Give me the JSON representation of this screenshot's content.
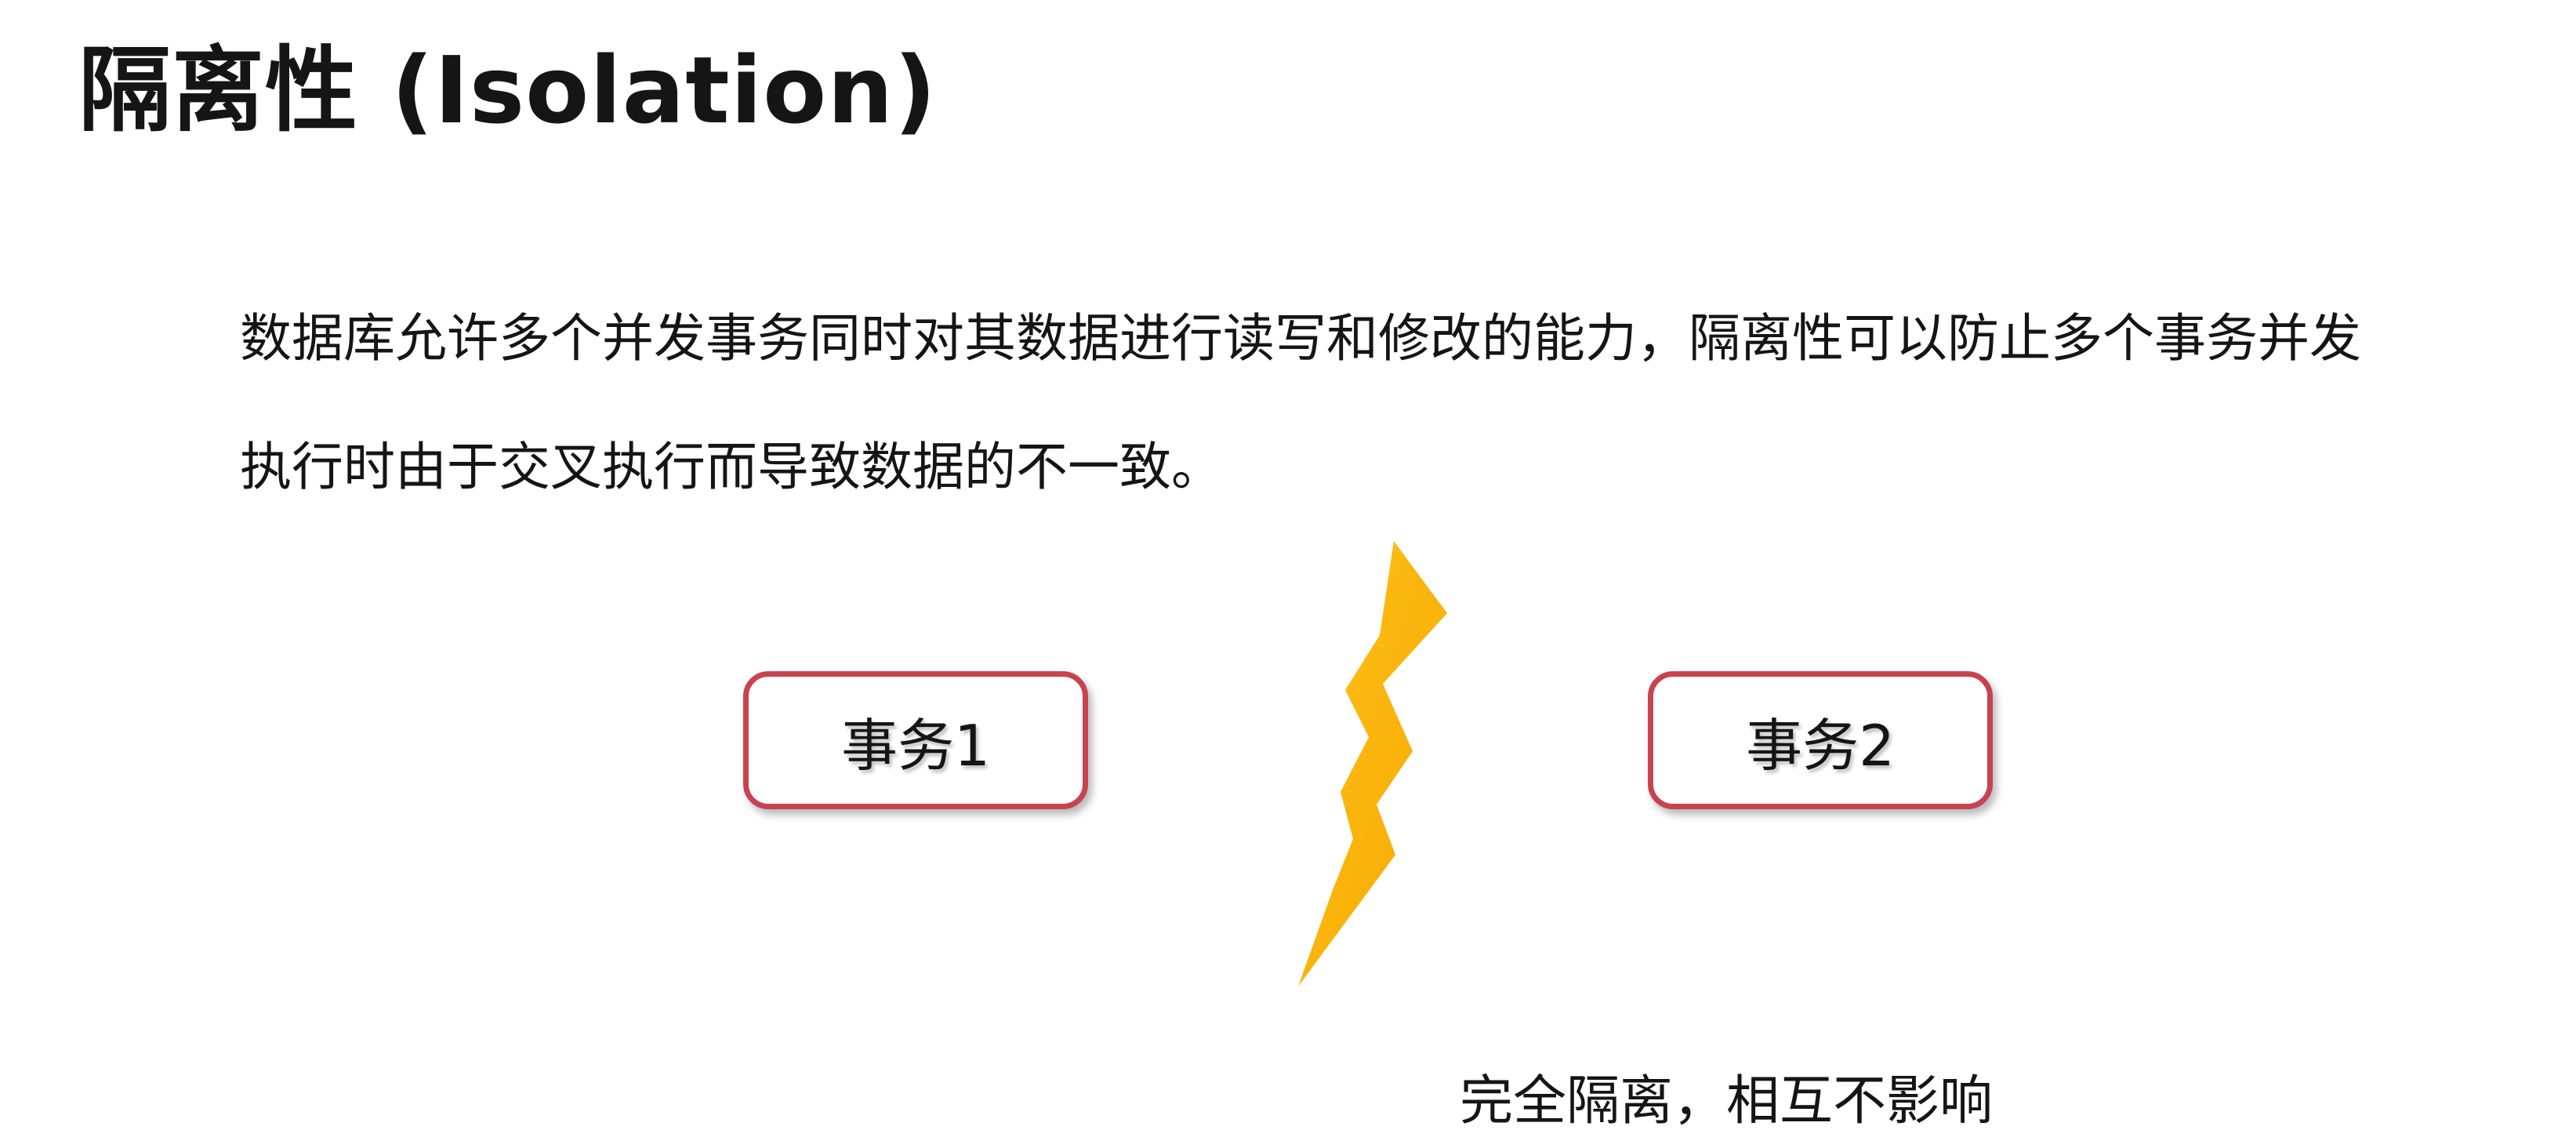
{
  "slide": {
    "title": "隔离性 (Isolation)",
    "description_line1": "数据库允许多个并发事务同时对其数据进行读写和修改的能力，隔离性可以防止多个事务并发",
    "description_line2": "执行时由于交叉执行而导致数据的不一致。"
  },
  "diagram": {
    "transaction1_label": "事务1",
    "transaction2_label": "事务2",
    "conflict_icon": "lightning-bolt-icon",
    "caption": "完全隔离，相互不影响"
  },
  "colors": {
    "box_border": "#c9424f",
    "bolt_fill": "#ffb300",
    "text": "#151515"
  }
}
